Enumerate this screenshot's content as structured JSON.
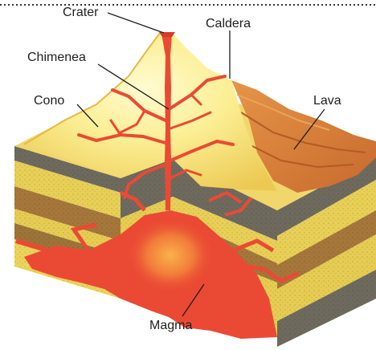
{
  "labels": {
    "crater": "Crater",
    "caldera": "Caldera",
    "chimenea": "Chimenea",
    "cono": "Cono",
    "lava": "Lava",
    "magma": "Magma"
  },
  "colors": {
    "magma": "#ea4a34",
    "magma_core": "#f6a040",
    "cone_light": "#fff5a8",
    "cone_mid": "#f8e070",
    "lava_flow": "#d27a3a",
    "rock_grey": "#6f6a5e",
    "sand_yellow": "#e6cc52",
    "brown_layer": "#a5773a"
  }
}
